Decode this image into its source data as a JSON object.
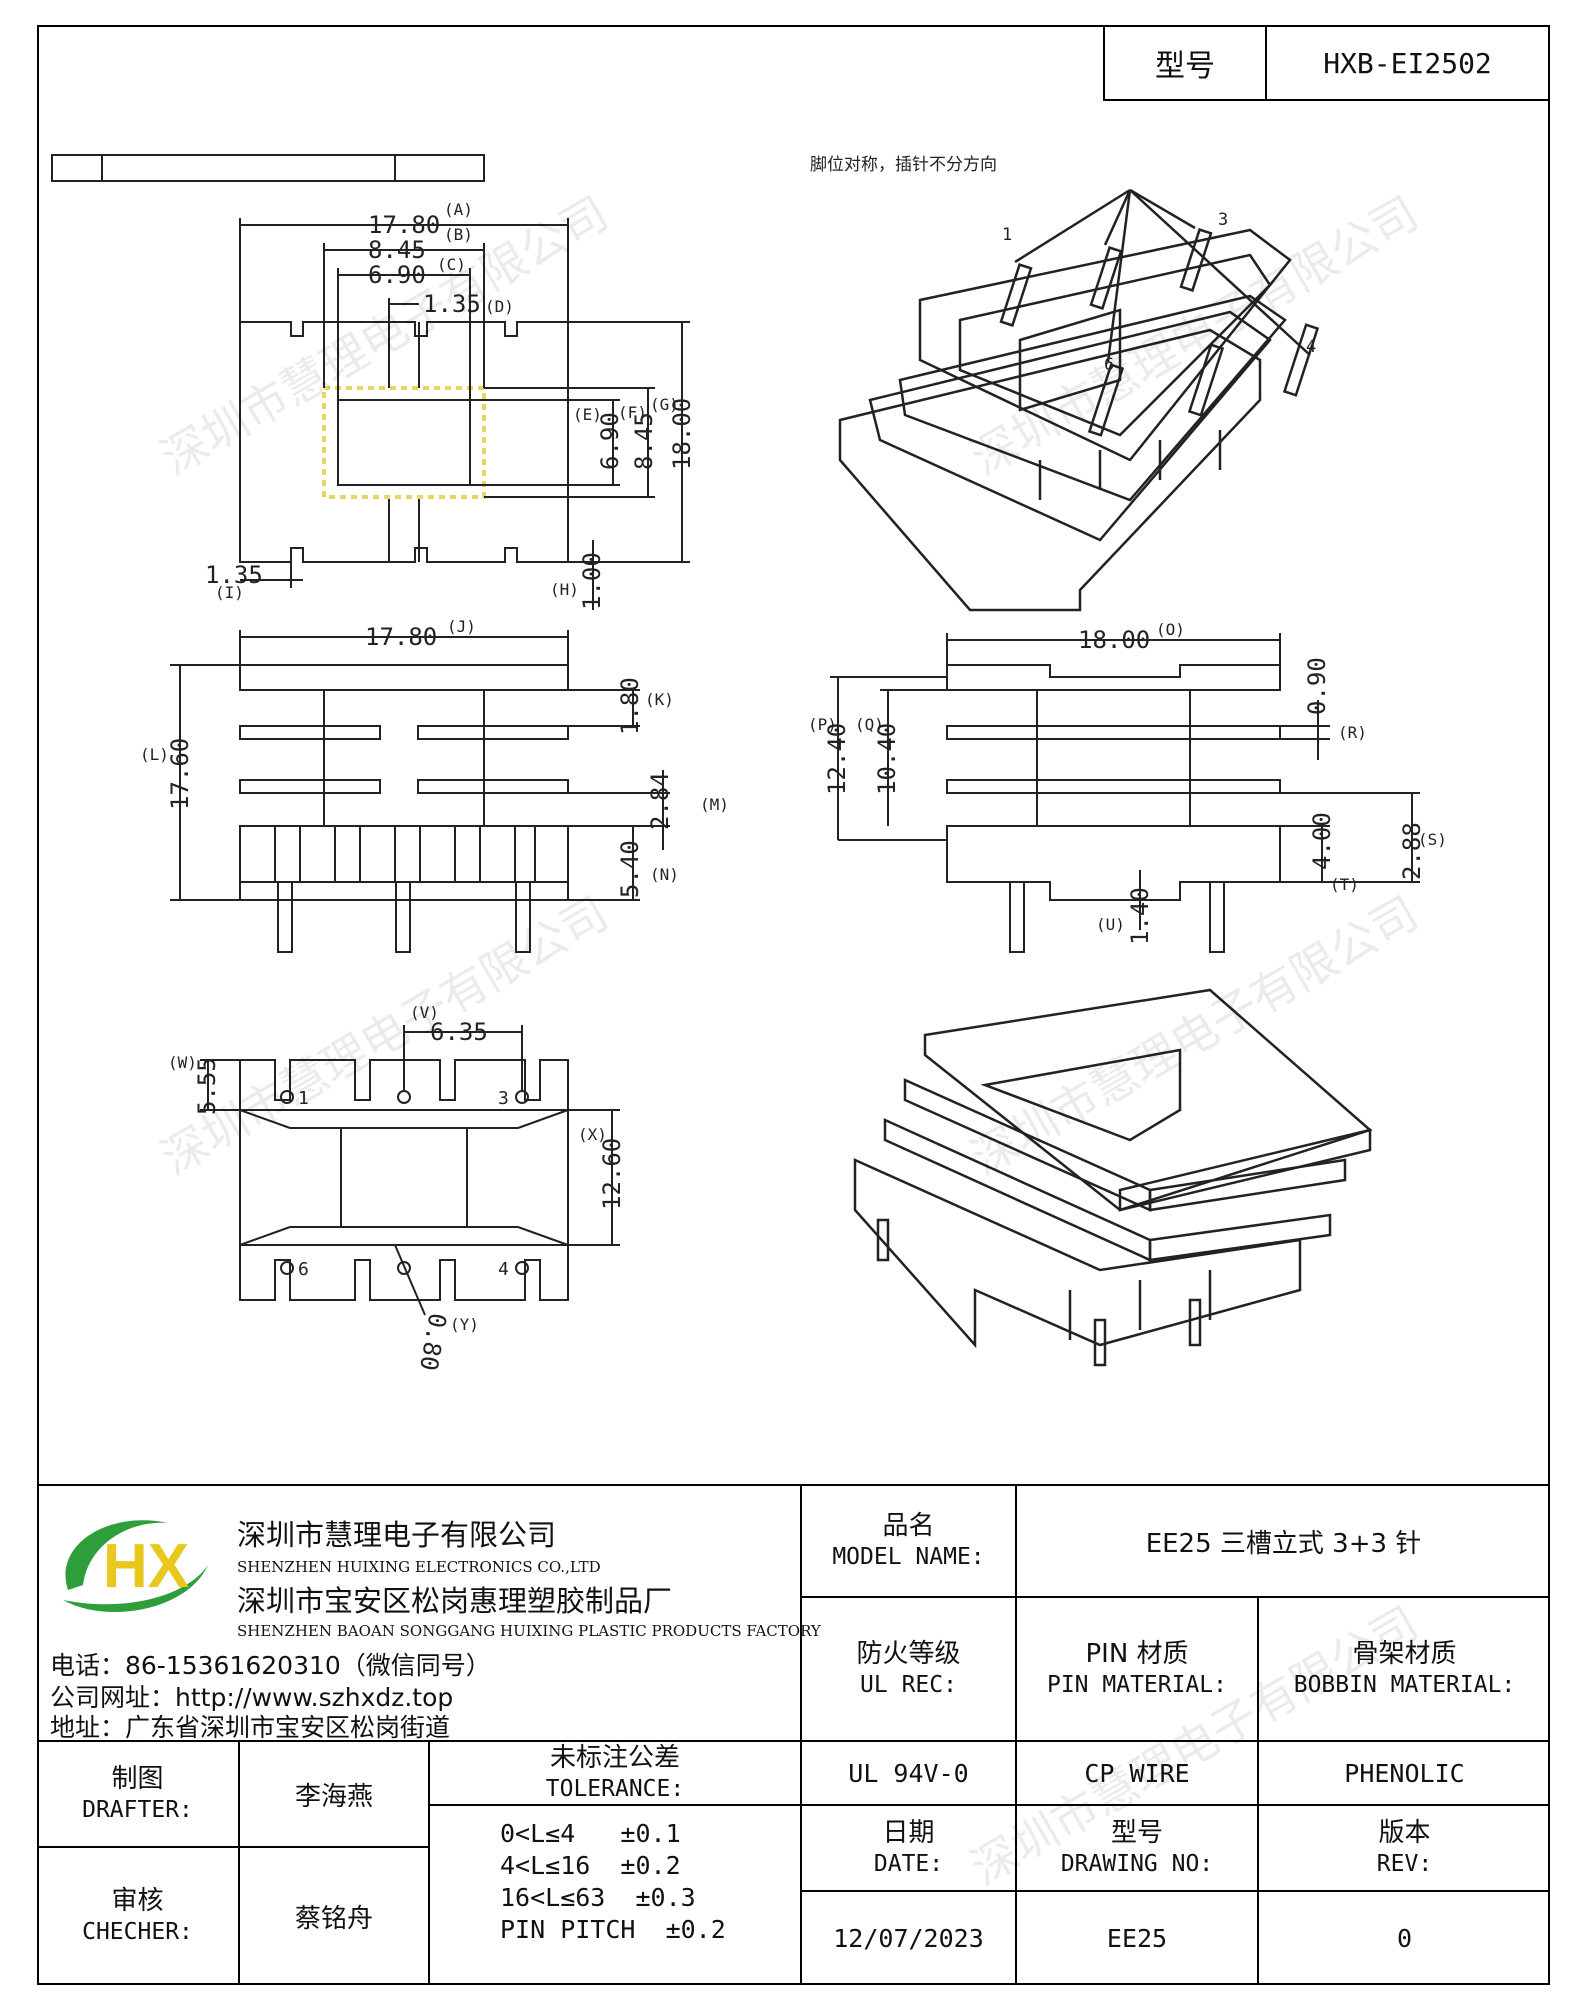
{
  "header": {
    "model_label": "型号",
    "model_value": "HXB-EI2502"
  },
  "drawing": {
    "note": "脚位对称，插针不分方向",
    "pins_iso": [
      "1",
      "3",
      "4",
      "6"
    ],
    "top_view": {
      "dims": [
        {
          "v": "17.80",
          "k": "(A)"
        },
        {
          "v": "8.45",
          "k": "(B)"
        },
        {
          "v": "6.90",
          "k": "(C)"
        },
        {
          "v": "1.35",
          "k": "(D)"
        },
        {
          "v": "6.90",
          "k": "(E)"
        },
        {
          "v": "8.45",
          "k": "(F)"
        },
        {
          "v": "18.00",
          "k": "(G)"
        },
        {
          "v": "1.00",
          "k": "(H)"
        },
        {
          "v": "1.35",
          "k": "(I)"
        }
      ]
    },
    "front_view": {
      "dims": [
        {
          "v": "17.80",
          "k": "(J)"
        },
        {
          "v": "1.80",
          "k": "(K)"
        },
        {
          "v": "17.60",
          "k": "(L)"
        },
        {
          "v": "2.84",
          "k": "(M)"
        },
        {
          "v": "5.40",
          "k": "(N)"
        }
      ]
    },
    "side_view": {
      "dims": [
        {
          "v": "18.00",
          "k": "(O)"
        },
        {
          "v": "12.40",
          "k": "(P)"
        },
        {
          "v": "10.40",
          "k": "(Q)"
        },
        {
          "v": "0.90",
          "k": "(R)"
        },
        {
          "v": "2.88",
          "k": "(S)"
        },
        {
          "v": "4.00",
          "k": "(T)"
        },
        {
          "v": "1.40",
          "k": "(U)"
        }
      ]
    },
    "bottom_view": {
      "dims": [
        {
          "v": "6.35",
          "k": "(V)"
        },
        {
          "v": "5.55",
          "k": "(W)"
        },
        {
          "v": "12.60",
          "k": "(X)"
        },
        {
          "v": "0.80",
          "k": "(Y)"
        }
      ],
      "pins": [
        "1",
        "3",
        "6",
        "4"
      ]
    }
  },
  "company": {
    "name_cn": "深圳市慧理电子有限公司",
    "name_en": "SHENZHEN HUIXING ELECTRONICS CO.,LTD",
    "factory_cn": "深圳市宝安区松岗惠理塑胶制品厂",
    "factory_en": "SHENZHEN BAOAN SONGGANG HUIXING PLASTIC PRODUCTS FACTORY",
    "phone": "电话：86-15361620310（微信同号）",
    "website": "公司网址：http://www.szhxdz.top",
    "address": "地址：广东省深圳市宝安区松岗街道",
    "logo_text": "HX",
    "logo_colors": {
      "green": "#2e9e3a",
      "yellow": "#e8c81c"
    }
  },
  "titleblock": {
    "model_name_cn": "品名",
    "model_name_en": "MODEL NAME:",
    "model_name_value": "EE25 三槽立式 3+3 针",
    "ul_cn": "防火等级",
    "ul_en": "UL REC:",
    "ul_value": "UL 94V-0",
    "pin_cn": "PIN 材质",
    "pin_en": "PIN MATERIAL:",
    "pin_value": "CP WIRE",
    "bobbin_cn": "骨架材质",
    "bobbin_en": "BOBBIN MATERIAL:",
    "bobbin_value": "PHENOLIC",
    "drafter_cn": "制图",
    "drafter_en": "DRAFTER:",
    "drafter_value": "李海燕",
    "checker_cn": "审核",
    "checker_en": "CHECHER:",
    "checker_value": "蔡铭舟",
    "tol_cn": "未标注公差",
    "tol_en": "TOLERANCE:",
    "tol_lines": [
      "0<L≤4   ±0.1",
      "4<L≤16  ±0.2",
      "16<L≤63  ±0.3",
      "PIN PITCH  ±0.2"
    ],
    "date_cn": "日期",
    "date_en": "DATE:",
    "date_value": "12/07/2023",
    "drawing_no_cn": "型号",
    "drawing_no_en": "DRAWING NO:",
    "drawing_no_value": "EE25",
    "rev_cn": "版本",
    "rev_en": "REV:",
    "rev_value": "0"
  }
}
